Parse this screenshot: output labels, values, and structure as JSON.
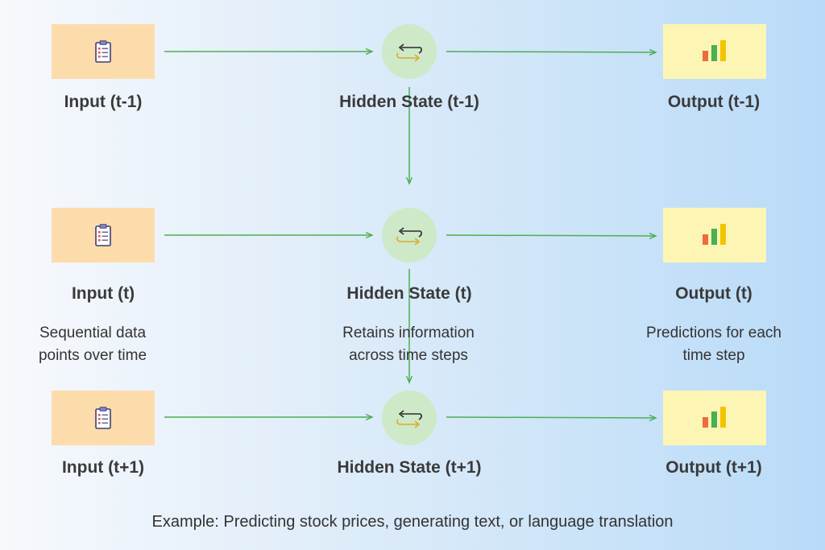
{
  "rows": [
    {
      "input_label": "Input (t-1)",
      "hidden_label": "Hidden State (t-1)",
      "output_label": "Output (t-1)"
    },
    {
      "input_label": "Input (t)",
      "hidden_label": "Hidden State (t)",
      "output_label": "Output (t)",
      "input_desc": [
        "Sequential data",
        "points over time"
      ],
      "hidden_desc": [
        "Retains information",
        "across time steps"
      ],
      "output_desc": [
        "Predictions for each",
        "time step"
      ]
    },
    {
      "input_label": "Input (t+1)",
      "hidden_label": "Hidden State (t+1)",
      "output_label": "Output (t+1)"
    }
  ],
  "caption": "Example: Predicting stock prices, generating text, or language translation",
  "icons": {
    "input": "clipboard-icon",
    "hidden": "recurrent-arrows-icon",
    "output": "bar-chart-icon"
  },
  "colors": {
    "input_box": "#fddcac",
    "hidden_circle": "#cde9c7",
    "output_box": "#fdf5b4",
    "arrow": "#4caf50"
  }
}
